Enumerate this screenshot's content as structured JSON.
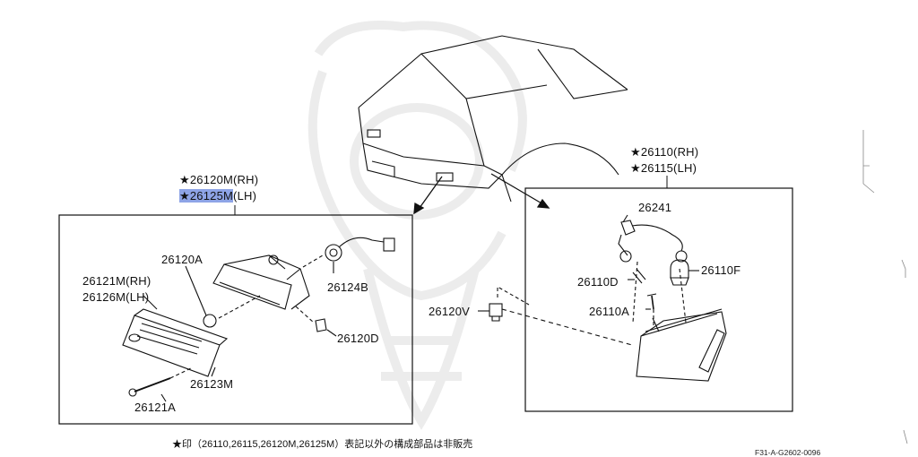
{
  "left_group": {
    "title_rh": "★26120M(RH)",
    "title_lh_highlighted": "★26125M",
    "title_lh_suffix": "(LH)"
  },
  "left_parts": {
    "p26121m_rh": "26121M(RH)",
    "p26126m_lh": "26126M(LH)",
    "p26120a": "26120A",
    "p26124b": "26124B",
    "p26120d": "26120D",
    "p26123m": "26123M",
    "p26121a": "26121A"
  },
  "middle_parts": {
    "p26120v": "26120V"
  },
  "right_group": {
    "title_rh": "★26110(RH)",
    "title_lh": "★26115(LH)"
  },
  "right_parts": {
    "p26241": "26241",
    "p26110d": "26110D",
    "p26110f": "26110F",
    "p26110a": "26110A"
  },
  "footnote": "★印（26110,26115,26120M,26125M）表記以外の構成部品は非販売",
  "figure_code": "F31-A-G2602-0096",
  "colors": {
    "highlight": "#8ea4e6",
    "line": "#111111",
    "watermark": "#ececec"
  }
}
